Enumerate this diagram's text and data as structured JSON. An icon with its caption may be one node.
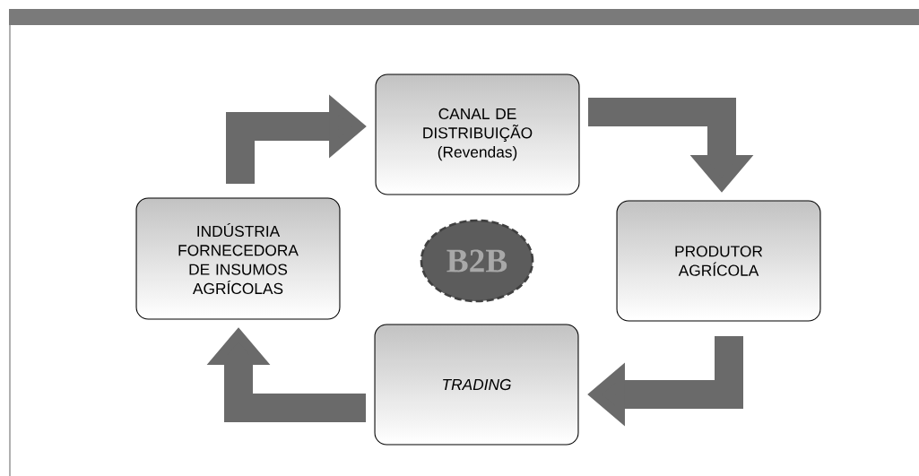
{
  "diagram": {
    "nodes": [
      {
        "text": [
          "INDÚSTRIA FORNECEDORA DE INSUMOS AGRÍCOLAS"
        ]
      },
      {
        "text": [
          "CANAL DE DISTRIBUIÇÃO",
          "(Revendas)"
        ]
      },
      {
        "text": [
          "PRODUTOR AGRÍCOLA"
        ]
      },
      {
        "text": [
          "TRADING"
        ]
      },
      {
        "text": [
          "B2B"
        ]
      }
    ],
    "edges": [
      {
        "from": 0,
        "to": 1,
        "arrow": "to"
      },
      {
        "from": 1,
        "to": 2,
        "arrow": "to"
      },
      {
        "from": 2,
        "to": 3,
        "arrow": "to"
      },
      {
        "from": 3,
        "to": 0,
        "arrow": "to"
      }
    ]
  }
}
